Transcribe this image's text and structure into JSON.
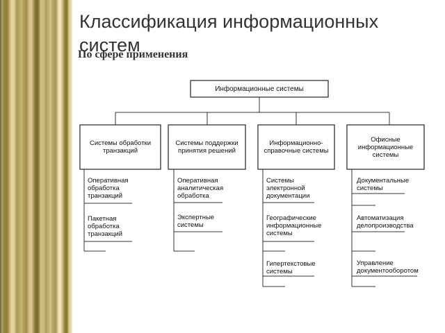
{
  "slide": {
    "title": "Классификация информационных систем",
    "subtitle": "По сфере применения"
  },
  "diagram": {
    "root": "Информационные системы",
    "categories": [
      {
        "label": "Системы обработки транзакций",
        "items": [
          "Оперативная обработка транзакций",
          "Пакетная обработка транзакций"
        ]
      },
      {
        "label": "Системы поддержки принятия решений",
        "items": [
          "Оперативная аналитическая обработка",
          "Экспертные системы"
        ]
      },
      {
        "label": "Информационно-справочные системы",
        "items": [
          "Системы электронной документации",
          "Географические информационные системы",
          "Гипертекстовые системы"
        ]
      },
      {
        "label": "Офисные информационные системы",
        "items": [
          "Документальные системы",
          "Автоматизация делопроизводства",
          "Управление документооборотом"
        ]
      }
    ]
  },
  "theme": {
    "text_color": "#333333",
    "accent_gold": "#b8a052"
  }
}
